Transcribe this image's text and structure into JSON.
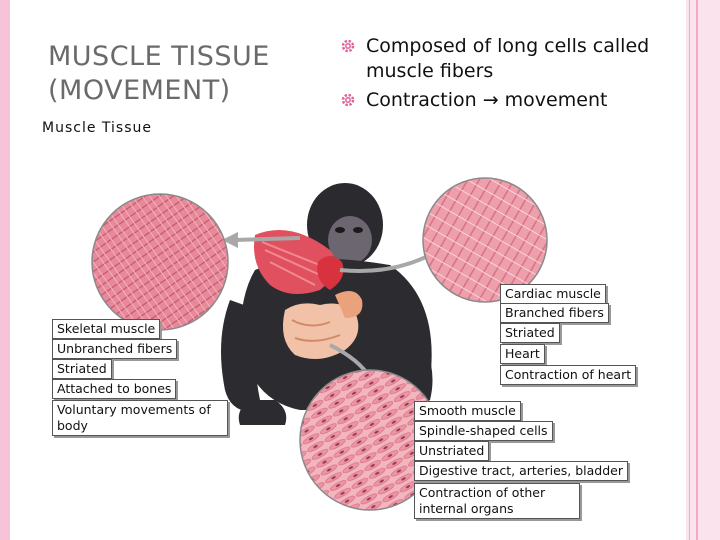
{
  "slide": {
    "title_line1": "MUSCLE TISSUE",
    "title_line2": "(MOVEMENT)",
    "bullets": [
      "Composed of long cells called muscle fibers",
      "Contraction → movement"
    ],
    "bullet_icon": "gear-icon"
  },
  "figure": {
    "title": "Muscle Tissue",
    "skeletal_labels": [
      "Skeletal muscle",
      "Unbranched fibers",
      "Striated",
      "Attached to bones",
      "Voluntary movements of body"
    ],
    "cardiac_labels": [
      "Cardiac muscle",
      "Branched fibers",
      "Striated",
      "Heart",
      "Contraction of heart"
    ],
    "smooth_labels": [
      "Smooth muscle",
      "Spindle-shaped cells",
      "Unstriated",
      "Digestive tract, arteries, bladder",
      "Contraction of other internal organs"
    ]
  },
  "colors": {
    "border_pink": "#f7c3d8",
    "muscle_pink": "#e87a8e",
    "title_gray": "#6a6a6a"
  }
}
